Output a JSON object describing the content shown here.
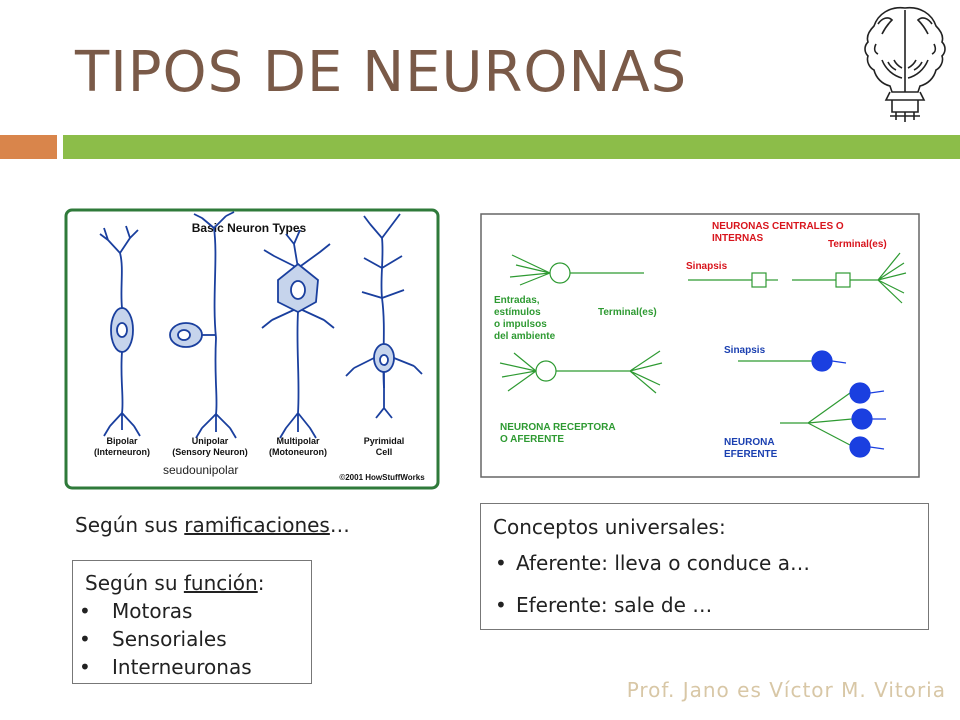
{
  "slide": {
    "title": "TIPOS DE NEURONAS",
    "footer": "Prof. Jano es Víctor M. Vitoria"
  },
  "figure_left": {
    "heading": "Basic Neuron Types",
    "neurons": [
      {
        "name": "Bipolar",
        "sub": "(Interneuron)"
      },
      {
        "name": "Unipolar",
        "sub": "(Sensory Neuron)"
      },
      {
        "name": "Multipolar",
        "sub": "(Motoneuron)"
      },
      {
        "name": "Pyrimidal",
        "sub": "Cell"
      }
    ],
    "copyright": "©2001 HowStuffWorks",
    "overlay_label": "seudounipolar"
  },
  "figure_right": {
    "label_central": "NEURONAS CENTRALES O INTERNAS",
    "label_central_line1": "NEURONAS CENTRALES O",
    "label_central_line2": "INTERNAS",
    "terminal_1": "Terminal(es)",
    "sinapsis_1": "Sinapsis",
    "inputs_lines": [
      "Entradas,",
      "estímulos",
      "o impulsos",
      "del ambiente"
    ],
    "terminal_2": "Terminal(es)",
    "sinapsis_2": "Sinapsis",
    "receptora_line1": "NEURONA RECEPTORA",
    "receptora_line2": "O AFERENTE",
    "eferente_line1": "NEURONA",
    "eferente_line2": "EFERENTE"
  },
  "ramificaciones": {
    "prefix": "Según sus ",
    "underlined": "ramificaciones",
    "suffix": "…"
  },
  "funcion_box": {
    "prefix": "Según su ",
    "underlined": "función",
    "suffix": ":",
    "items": [
      "Motoras",
      "Sensoriales",
      "Interneuronas"
    ]
  },
  "conceptos_box": {
    "heading": "Conceptos universales:",
    "items": [
      "Aferente: lleva o conduce a…",
      "Eferente: sale de …"
    ]
  },
  "colors": {
    "title": "#7a5a48",
    "bar_orange": "#d9854b",
    "bar_green": "#8cbd49",
    "neuron_blue": "#1a3f9e",
    "diagram_green": "#2e9a32",
    "diagram_red": "#d8141c",
    "footer": "#d8c7a6"
  },
  "icons": {
    "logo": "janus-head-icon"
  }
}
